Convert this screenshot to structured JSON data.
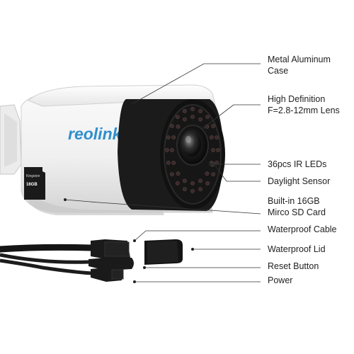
{
  "brand": {
    "logo_text": "reolink",
    "color": "#2f8fcf"
  },
  "sd_card": {
    "brand_text": "Kingston",
    "size_text": "16GB"
  },
  "callouts": [
    {
      "id": "metal-aluminum-case",
      "text": "Metal Aluminum\nCase"
    },
    {
      "id": "hd-lens",
      "text": "High Definition\nF=2.8-12mm Lens"
    },
    {
      "id": "ir-leds",
      "text": "36pcs IR LEDs"
    },
    {
      "id": "daylight-sensor",
      "text": "Daylight Sensor"
    },
    {
      "id": "sd-card",
      "text": "Built-in 16GB\nMirco SD Card"
    },
    {
      "id": "waterproof-cable",
      "text": "Waterproof Cable"
    },
    {
      "id": "waterproof-lid",
      "text": "Waterproof  Lid"
    },
    {
      "id": "reset-button",
      "text": "Reset Button"
    },
    {
      "id": "power",
      "text": "Power"
    }
  ],
  "colors": {
    "leader_line": "#333333",
    "label_text": "#222222",
    "housing": "#f2f2f2",
    "bezel": "#1b1b1b"
  }
}
